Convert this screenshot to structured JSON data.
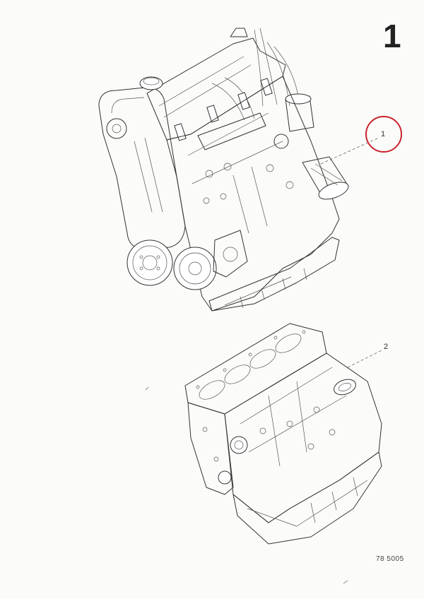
{
  "page": {
    "number": "1"
  },
  "callouts": [
    {
      "label": "1",
      "part": "engine-assembly",
      "highlighted": true,
      "highlight_color": "#c8232c"
    },
    {
      "label": "2",
      "part": "short-block",
      "highlighted": false
    }
  ],
  "footer": {
    "reference": "78 5005"
  }
}
